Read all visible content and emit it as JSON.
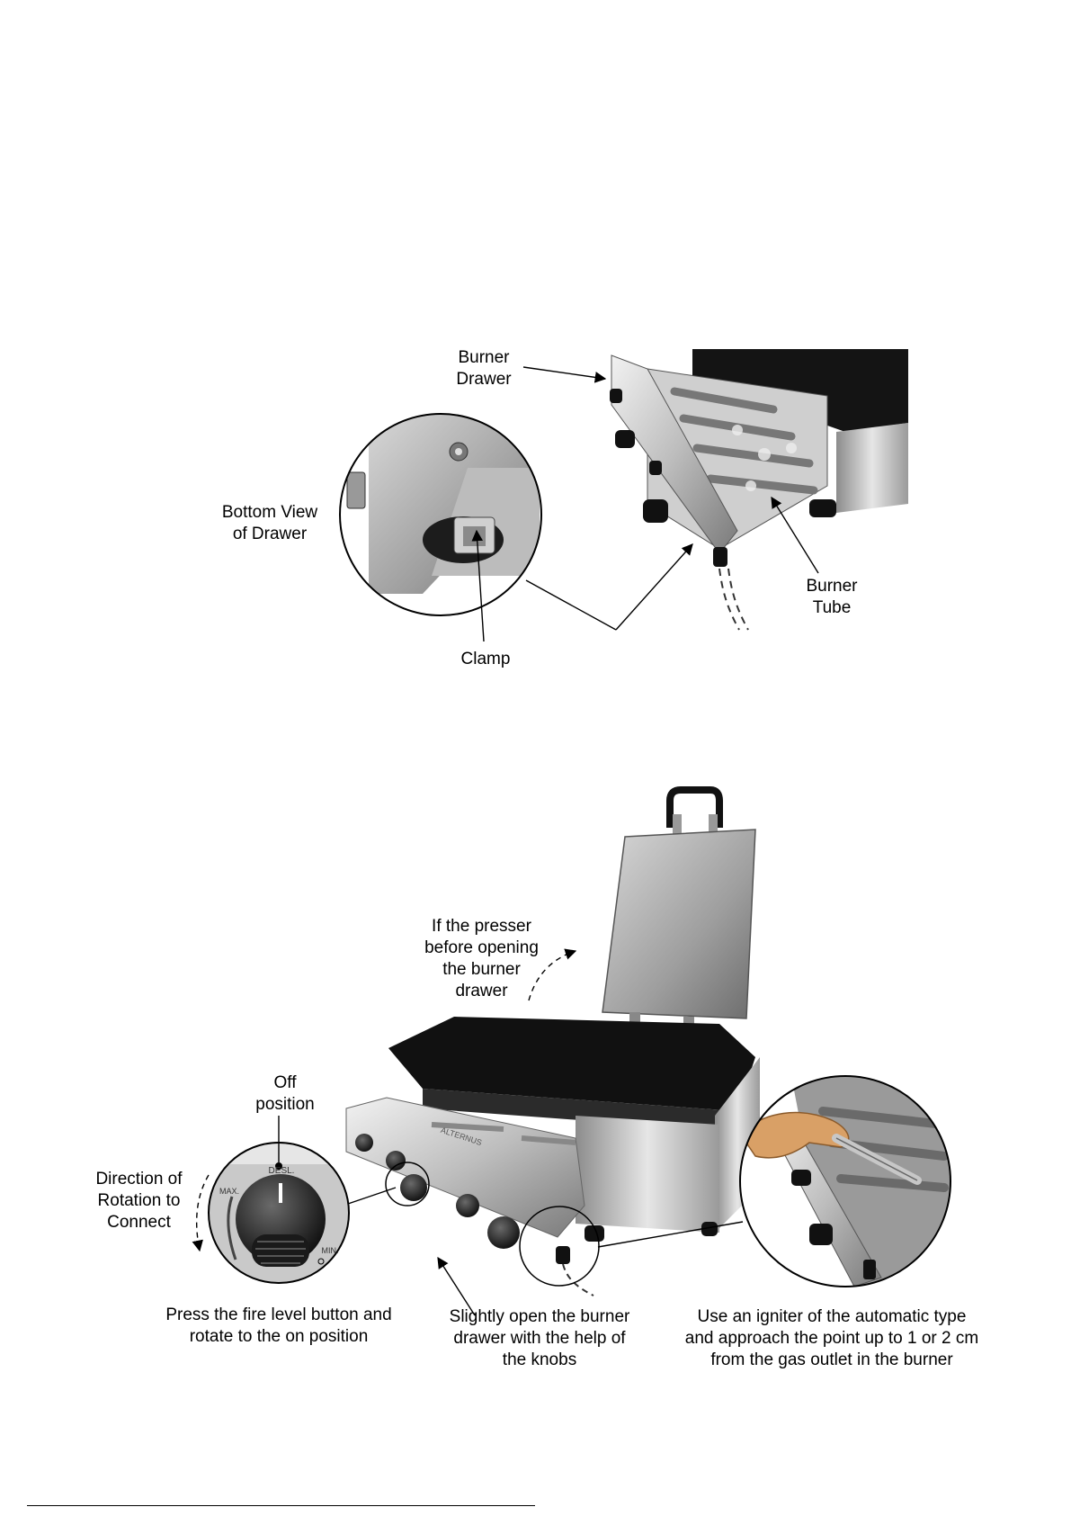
{
  "figure1": {
    "burner_drawer": [
      "Burner",
      "Drawer"
    ],
    "bottom_view": [
      "Bottom View",
      "of Drawer"
    ],
    "burner_tube": [
      "Burner",
      "Tube"
    ],
    "clamp": "Clamp"
  },
  "figure2": {
    "presser_note": [
      "If the presser",
      "before opening",
      "the burner",
      "drawer"
    ],
    "off_position": [
      "Off",
      "position"
    ],
    "rotation": [
      "Direction of",
      "Rotation to",
      "Connect"
    ],
    "knob_marks": {
      "desl": "DESL.",
      "max": "MAX.",
      "min": "MIN."
    },
    "brand": "ALTERNUS",
    "press_note": [
      "Press the fire level button and",
      "rotate to the on position"
    ],
    "open_note": [
      "Slightly open the burner",
      "drawer with the help of",
      "the knobs"
    ],
    "igniter_note": [
      "Use an igniter of the automatic type",
      "and approach the point up to 1 or 2 cm",
      "from the gas outlet in the burner"
    ]
  },
  "colors": {
    "steel_light": "#d9d9d9",
    "steel_mid": "#a8a8a8",
    "steel_dark": "#6e6e6e",
    "black": "#111111",
    "skin": "#d9a066"
  }
}
